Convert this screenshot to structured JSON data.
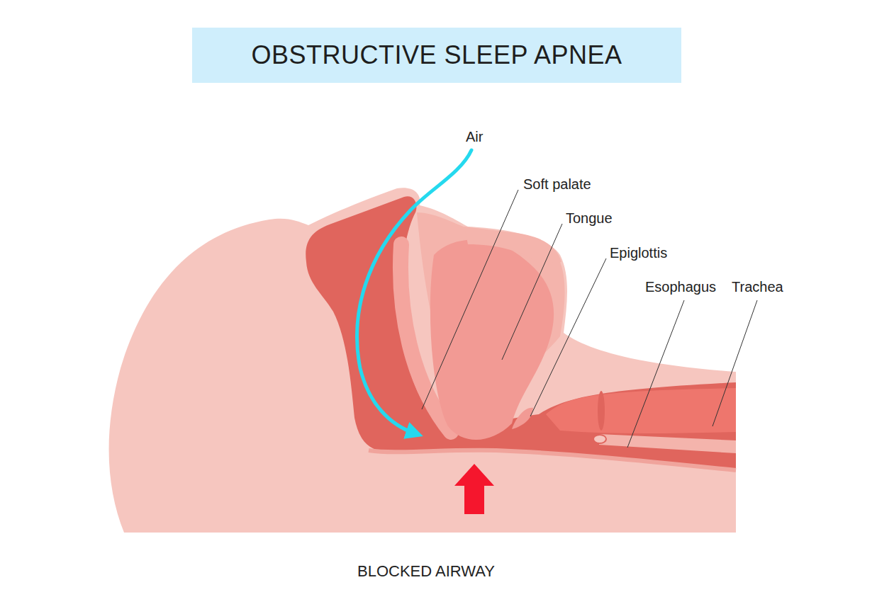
{
  "diagram": {
    "title": "OBSTRUCTIVE SLEEP APNEA",
    "caption": "BLOCKED AIRWAY",
    "labels": [
      "Air",
      "Soft palate",
      "Tongue",
      "Epiglottis",
      "Esophagus",
      "Trachea"
    ]
  }
}
